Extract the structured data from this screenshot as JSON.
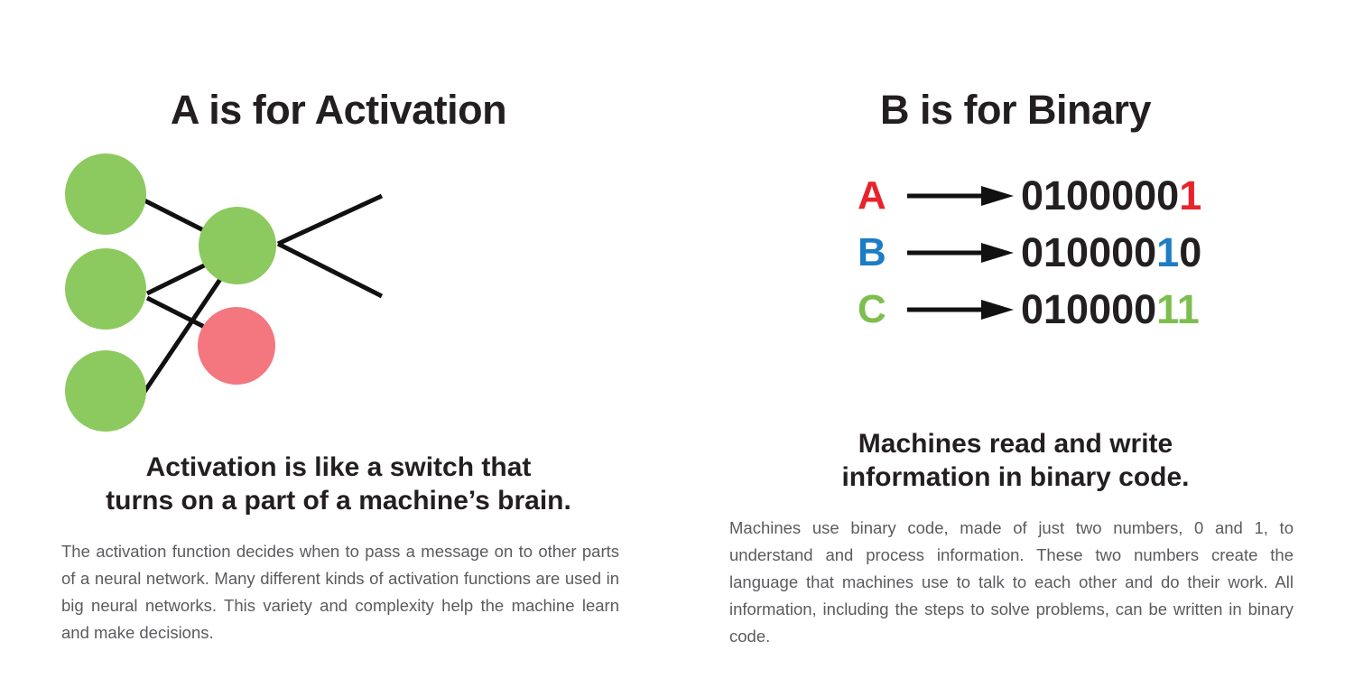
{
  "colors": {
    "node_green": "#8CC95F",
    "node_red": "#F4767F",
    "letter_red": "#E8232A",
    "letter_blue": "#1C7CC4",
    "letter_green": "#7DBE4F",
    "ink": "#231f20",
    "body_gray": "#5b5b5f",
    "background": "#ffffff"
  },
  "left": {
    "title": "A is for Activation",
    "diagram": {
      "input_nodes": [
        "input-node-1",
        "input-node-2",
        "input-node-3"
      ],
      "output_nodes": [
        "output-node-active",
        "output-node-inactive"
      ]
    },
    "caption_line1": "Activation is like a switch that",
    "caption_line2": "turns on a part of a machine’s brain.",
    "body": "The activation function decides when to pass a message on to other parts of a neural network. Many different kinds of activation functions are used in big neural networks. This variety and complexity help the machine learn and make decisions."
  },
  "right": {
    "title": "B is for Binary",
    "rows": [
      {
        "letter": "A",
        "letter_color": "#E8232A",
        "code_plain": "0100000",
        "code_highlight": "1",
        "code_tail": "",
        "highlight_color": "#E8232A",
        "full_code": "01000001"
      },
      {
        "letter": "B",
        "letter_color": "#1C7CC4",
        "code_plain": "010000",
        "code_highlight": "1",
        "code_tail": "0",
        "highlight_color": "#1C7CC4",
        "full_code": "01000010"
      },
      {
        "letter": "C",
        "letter_color": "#7DBE4F",
        "code_plain": "010000",
        "code_highlight": "11",
        "code_tail": "",
        "highlight_color": "#7DBE4F",
        "full_code": "01000011"
      }
    ],
    "caption_line1": "Machines read and write",
    "caption_line2": "information in binary code.",
    "body": "Machines use binary code, made of just two numbers, 0 and 1, to understand and process information. These two numbers create the language that machines use to talk to each other and do their work. All information, including the steps to solve problems, can be written in binary code."
  }
}
